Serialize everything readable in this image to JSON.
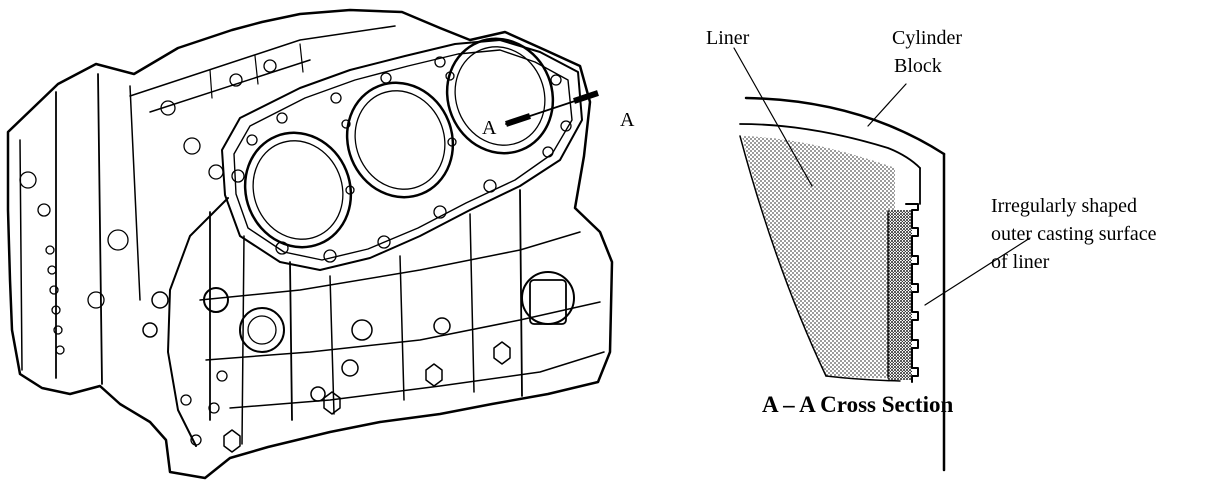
{
  "section_marker": {
    "top": "A",
    "bottom": "A"
  },
  "cross_section": {
    "liner_label": "Liner",
    "cylinder_block_line1": "Cylinder",
    "cylinder_block_line2": "Block",
    "surface_line1": "Irregularly shaped",
    "surface_line2": "outer casting surface",
    "surface_line3": "of liner",
    "caption": "A – A Cross Section"
  }
}
